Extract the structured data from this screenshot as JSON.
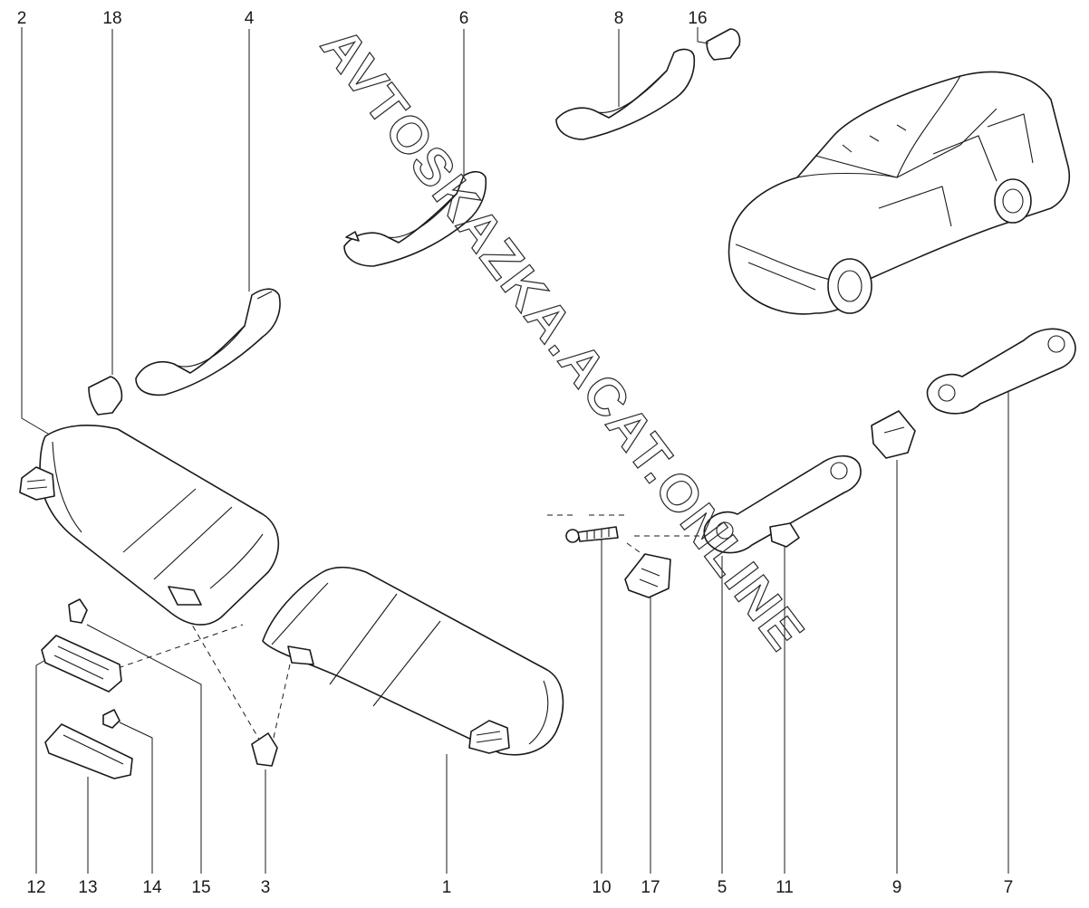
{
  "watermark": "AVTOSKAZKA.ACAT.ONLINE",
  "callouts": [
    {
      "id": "2",
      "label": "2"
    },
    {
      "id": "18",
      "label": "18"
    },
    {
      "id": "4",
      "label": "4"
    },
    {
      "id": "6",
      "label": "6"
    },
    {
      "id": "8",
      "label": "8"
    },
    {
      "id": "16",
      "label": "16"
    },
    {
      "id": "12",
      "label": "12"
    },
    {
      "id": "13",
      "label": "13"
    },
    {
      "id": "14",
      "label": "14"
    },
    {
      "id": "15",
      "label": "15"
    },
    {
      "id": "3",
      "label": "3"
    },
    {
      "id": "1",
      "label": "1"
    },
    {
      "id": "10",
      "label": "10"
    },
    {
      "id": "17",
      "label": "17"
    },
    {
      "id": "5",
      "label": "5"
    },
    {
      "id": "11",
      "label": "11"
    },
    {
      "id": "9",
      "label": "9"
    },
    {
      "id": "7",
      "label": "7"
    }
  ]
}
